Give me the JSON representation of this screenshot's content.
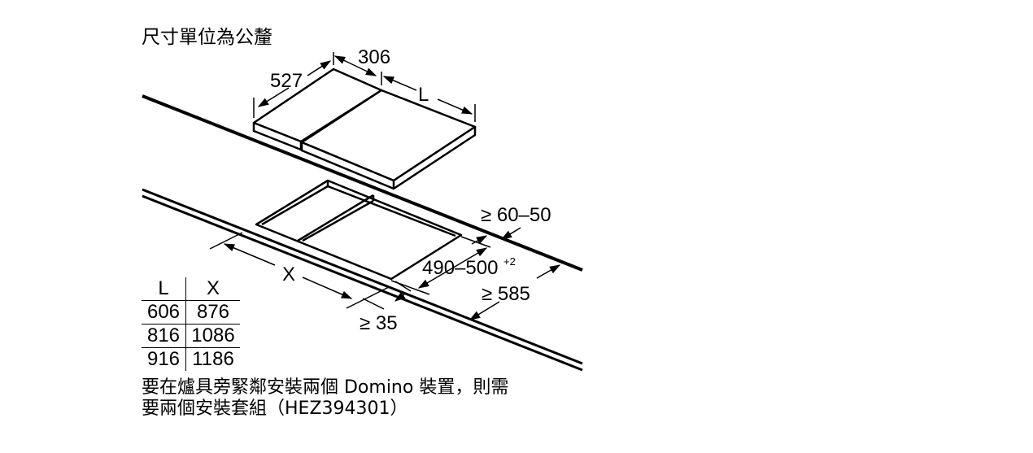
{
  "caption": "尺寸單位為公釐",
  "dimensions": {
    "depth": "527",
    "module_width": "306",
    "length_var": "L",
    "cutout_depth": "490–500",
    "cutout_tol": "+2",
    "min_front": "≥ 60–50",
    "min_depth": "≥ 585",
    "min_side": "≥ 35",
    "cutout_var": "X"
  },
  "table": {
    "headers": [
      "L",
      "X"
    ],
    "rows": [
      [
        "606",
        "876"
      ],
      [
        "816",
        "1086"
      ],
      [
        "916",
        "1186"
      ]
    ]
  },
  "note": {
    "line1": "要在爐具旁緊鄰安裝兩個 Domino 裝置，則需",
    "line2": "要兩個安裝套組（HEZ394301）"
  }
}
